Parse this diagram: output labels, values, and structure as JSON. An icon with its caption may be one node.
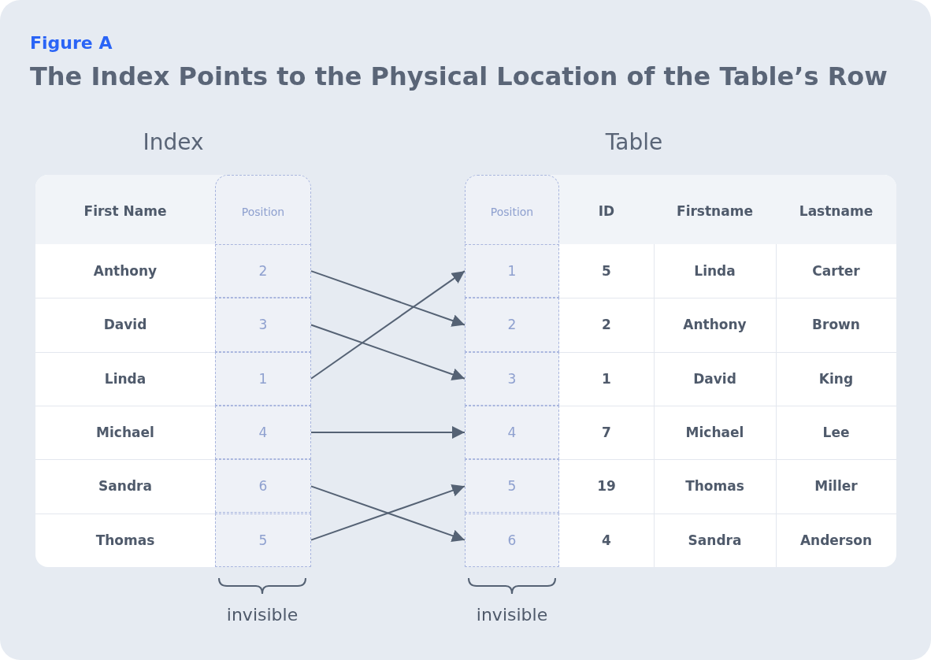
{
  "diagram": {
    "title": "The Index Points to the Physical Location of the Table’s Row",
    "nodes": [
      {
        "text": [
          "2"
        ]
      },
      {
        "text": [
          "3"
        ]
      },
      {
        "text": [
          "1"
        ]
      },
      {
        "text": [
          "4"
        ]
      },
      {
        "text": [
          "6"
        ]
      },
      {
        "text": [
          "5"
        ]
      },
      {
        "text": [
          "1"
        ]
      },
      {
        "text": [
          "2"
        ]
      },
      {
        "text": [
          "3"
        ]
      },
      {
        "text": [
          "4"
        ]
      },
      {
        "text": [
          "5"
        ]
      },
      {
        "text": [
          "6"
        ]
      }
    ],
    "edges": [
      {
        "from": 0,
        "to": 7,
        "arrow": "to"
      },
      {
        "from": 1,
        "to": 8,
        "arrow": "to"
      },
      {
        "from": 2,
        "to": 6,
        "arrow": "to"
      },
      {
        "from": 3,
        "to": 9,
        "arrow": "to"
      },
      {
        "from": 4,
        "to": 11,
        "arrow": "to"
      },
      {
        "from": 5,
        "to": 10,
        "arrow": "to"
      }
    ],
    "labels": [
      "Figure A",
      "Index",
      "Table",
      "First Name",
      "Position",
      "Position",
      "ID",
      "Firstname",
      "Lastname",
      "Anthony",
      "David",
      "Linda",
      "Michael",
      "Sandra",
      "Thomas",
      "5",
      "Linda",
      "Carter",
      "2",
      "Anthony",
      "Brown",
      "1",
      "David",
      "King",
      "7",
      "Michael",
      "Lee",
      "19",
      "Thomas",
      "Miller",
      "4",
      "Sandra",
      "Anderson",
      "invisible",
      "invisible"
    ]
  }
}
